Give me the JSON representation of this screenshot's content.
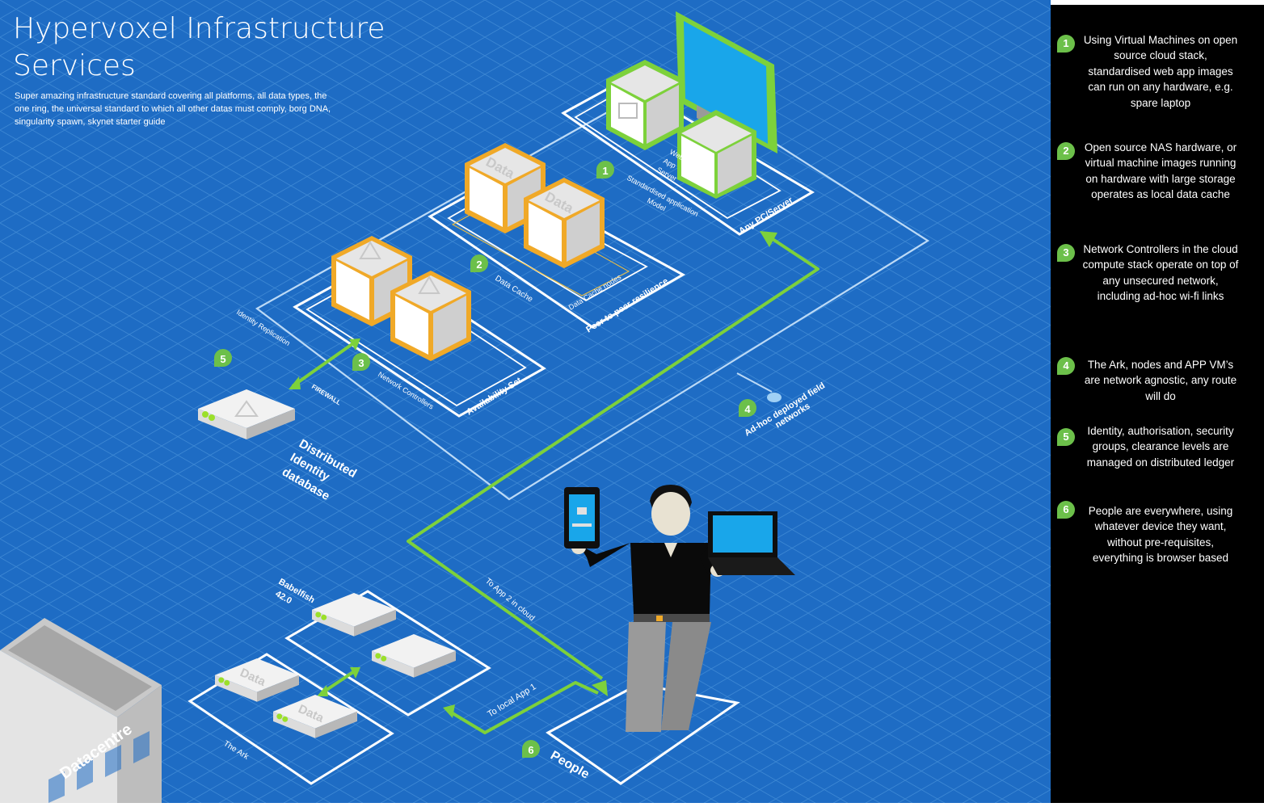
{
  "title_line1": "Hypervoxel Infrastructure",
  "title_line2": "Services",
  "subtitle": "Super amazing infrastructure standard covering all platforms, all data types, the one ring, the universal standard to which all other datas must comply, borg DNA, singularity spawn, skynet starter guide",
  "colors": {
    "background": "#1e6cc4",
    "grid": "#3d88d4",
    "line": "#ffffff",
    "green": "#7dd13b",
    "orange": "#f0a928",
    "badge": "#6cc04a",
    "legend_bg": "#000000"
  },
  "labels": {
    "web_app_server": [
      "Web",
      "App",
      "Server"
    ],
    "std_app_model": [
      "Standardised application",
      "Model"
    ],
    "any_pc_server": "Any PC/Server",
    "data_box": "Data",
    "data_cache_nodes": "Data Cache nodes",
    "data_cache": "Data Cache",
    "peer_resilience": "Peer to peer resilience",
    "identity_replication": "Identity Replication",
    "firewall": "FIREWALL",
    "network_controllers": "Network Controllers",
    "availability_set": "Availability Set",
    "distributed_identity": [
      "Distributed",
      "Identity",
      "database"
    ],
    "adhoc_networks": [
      "Ad-hoc deployed field",
      "networks"
    ],
    "to_app2": "To App 2 in cloud",
    "to_local_app1": "To local App 1",
    "babelfish": [
      "Babelfish",
      "42.0"
    ],
    "the_ark": "The Ark",
    "people": "People",
    "datacentre": "Datacentre"
  },
  "icons": [
    "server-icon",
    "monitor-icon",
    "data-box-icon",
    "tablet-icon",
    "laptop-icon",
    "person-icon",
    "building-icon"
  ],
  "legend": [
    {
      "num": "1",
      "text": "Using Virtual Machines on open source cloud stack, standardised web app images can run on any hardware, e.g. spare laptop"
    },
    {
      "num": "2",
      "text": "Open source NAS hardware, or virtual machine images running on hardware with large storage operates as local data cache"
    },
    {
      "num": "3",
      "text": "Network Controllers in the cloud compute stack operate on top of any unsecured network, including ad-hoc wi-fi links"
    },
    {
      "num": "4",
      "text": "The Ark, nodes and APP VM’s are network agnostic, any route will do"
    },
    {
      "num": "5",
      "text": "Identity, authorisation, security groups, clearance levels are managed on distributed ledger"
    },
    {
      "num": "6",
      "text": "People are everywhere, using whatever device they want, without pre-requisites, everything is browser based"
    }
  ]
}
